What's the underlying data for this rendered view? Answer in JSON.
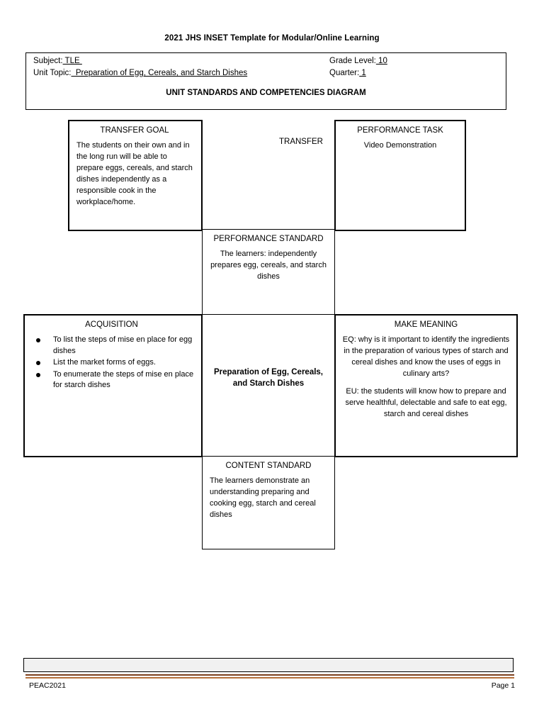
{
  "document": {
    "title": "2021 JHS INSET Template for Modular/Online Learning",
    "subtitle": "UNIT STANDARDS AND COMPETENCIES DIAGRAM"
  },
  "header": {
    "subject_label": "Subject:",
    "subject_value": " TLE ",
    "unit_topic_label": "Unit Topic:",
    "unit_topic_value": "  Preparation of Egg, Cereals, and Starch Dishes",
    "grade_level_label": "Grade Level:",
    "grade_level_value": " 10",
    "quarter_label": "Quarter:",
    "quarter_value": " 1"
  },
  "diagram": {
    "transfer_label": "TRANSFER",
    "transfer_goal": {
      "title": "TRANSFER GOAL",
      "body": "The students on their own and in the long run will be able to prepare eggs, cereals, and starch dishes independently as a responsible cook in the workplace/home."
    },
    "performance_task": {
      "title": "PERFORMANCE TASK",
      "body": "Video Demonstration"
    },
    "performance_standard": {
      "title": "PERFORMANCE STANDARD",
      "body": "The learners: independently prepares egg, cereals, and starch dishes"
    },
    "acquisition": {
      "title": "ACQUISITION",
      "items": [
        "To list the steps of mise en place for egg dishes",
        "List the market forms of eggs.",
        "To enumerate the steps of mise en place for starch dishes"
      ]
    },
    "center_topic": {
      "text": "Preparation of Egg, Cereals, and Starch Dishes"
    },
    "make_meaning": {
      "title": "MAKE MEANING",
      "eq": "EQ: why is it important to identify the ingredients in the preparation of various types of starch and cereal dishes and know the uses of eggs in culinary arts?",
      "eu": "EU: the students will know how to prepare and serve healthful, delectable and safe to eat egg, starch and cereal dishes"
    },
    "content_standard": {
      "title": "CONTENT STANDARD",
      "body": "The learners demonstrate an understanding preparing and cooking egg, starch and cereal dishes"
    }
  },
  "footer": {
    "left": "PEAC2021",
    "right": "Page 1"
  },
  "colors": {
    "rule_dark": "#7b3f1d",
    "rule_light": "#b5703c",
    "footer_bar_fill": "#f1f1f1",
    "border": "#000000"
  }
}
